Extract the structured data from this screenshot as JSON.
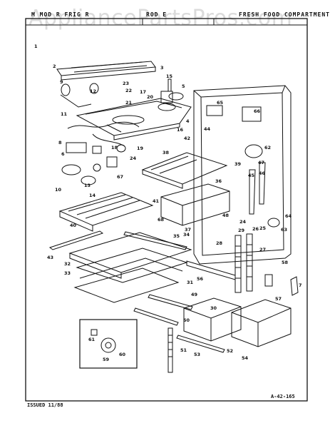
{
  "header": {
    "left_title": "M MOD    R  FRIG    R",
    "center_title": "ROD    E ",
    "right_title": "FRESH FOOD COMPARTMENT"
  },
  "watermark": "AppliancePartsPros.com",
  "footer": {
    "issued": "ISSUED 11/88",
    "page_code": "A-42-165"
  },
  "callouts": [
    {
      "id": "c1",
      "label": "1"
    },
    {
      "id": "c2",
      "label": "2"
    },
    {
      "id": "c3",
      "label": "3"
    },
    {
      "id": "c4",
      "label": "4"
    },
    {
      "id": "c5",
      "label": "5"
    },
    {
      "id": "c6",
      "label": "6"
    },
    {
      "id": "c7",
      "label": "7"
    },
    {
      "id": "c8",
      "label": "8"
    },
    {
      "id": "c9",
      "label": "9"
    },
    {
      "id": "c10",
      "label": "10"
    },
    {
      "id": "c11",
      "label": "11"
    },
    {
      "id": "c12",
      "label": "12"
    },
    {
      "id": "c13",
      "label": "13"
    },
    {
      "id": "c14",
      "label": "14"
    },
    {
      "id": "c15",
      "label": "15"
    },
    {
      "id": "c16",
      "label": "16"
    },
    {
      "id": "c17",
      "label": "17"
    },
    {
      "id": "c18",
      "label": "18"
    },
    {
      "id": "c19",
      "label": "19"
    },
    {
      "id": "c20",
      "label": "20"
    },
    {
      "id": "c21",
      "label": "21"
    },
    {
      "id": "c22",
      "label": "22"
    },
    {
      "id": "c23",
      "label": "23"
    },
    {
      "id": "c24",
      "label": "24"
    },
    {
      "id": "c24b",
      "label": "24"
    },
    {
      "id": "c25",
      "label": "25"
    },
    {
      "id": "c26",
      "label": "26"
    },
    {
      "id": "c27",
      "label": "27"
    },
    {
      "id": "c28",
      "label": "28"
    },
    {
      "id": "c29",
      "label": "29"
    },
    {
      "id": "c30",
      "label": "30"
    },
    {
      "id": "c31",
      "label": "31"
    },
    {
      "id": "c32",
      "label": "32"
    },
    {
      "id": "c33",
      "label": "33"
    },
    {
      "id": "c34",
      "label": "34"
    },
    {
      "id": "c35",
      "label": "35"
    },
    {
      "id": "c36",
      "label": "36"
    },
    {
      "id": "c37",
      "label": "37"
    },
    {
      "id": "c38",
      "label": "38"
    },
    {
      "id": "c39",
      "label": "39"
    },
    {
      "id": "c40",
      "label": "40"
    },
    {
      "id": "c41",
      "label": "41"
    },
    {
      "id": "c42",
      "label": "42"
    },
    {
      "id": "c43",
      "label": "43"
    },
    {
      "id": "c44",
      "label": "44"
    },
    {
      "id": "c45",
      "label": "45"
    },
    {
      "id": "c46",
      "label": "46"
    },
    {
      "id": "c47",
      "label": "47"
    },
    {
      "id": "c48",
      "label": "48"
    },
    {
      "id": "c49",
      "label": "49"
    },
    {
      "id": "c50",
      "label": "50"
    },
    {
      "id": "c51",
      "label": "51"
    },
    {
      "id": "c52",
      "label": "52"
    },
    {
      "id": "c53",
      "label": "53"
    },
    {
      "id": "c54",
      "label": "54"
    },
    {
      "id": "c56",
      "label": "56"
    },
    {
      "id": "c57",
      "label": "57"
    },
    {
      "id": "c58",
      "label": "58"
    },
    {
      "id": "c59",
      "label": "59"
    },
    {
      "id": "c60",
      "label": "60"
    },
    {
      "id": "c61",
      "label": "61"
    },
    {
      "id": "c62",
      "label": "62"
    },
    {
      "id": "c63",
      "label": "63"
    },
    {
      "id": "c64",
      "label": "64"
    },
    {
      "id": "c65",
      "label": "65"
    },
    {
      "id": "c66",
      "label": "66"
    },
    {
      "id": "c67",
      "label": "67"
    },
    {
      "id": "c68",
      "label": "68"
    }
  ]
}
